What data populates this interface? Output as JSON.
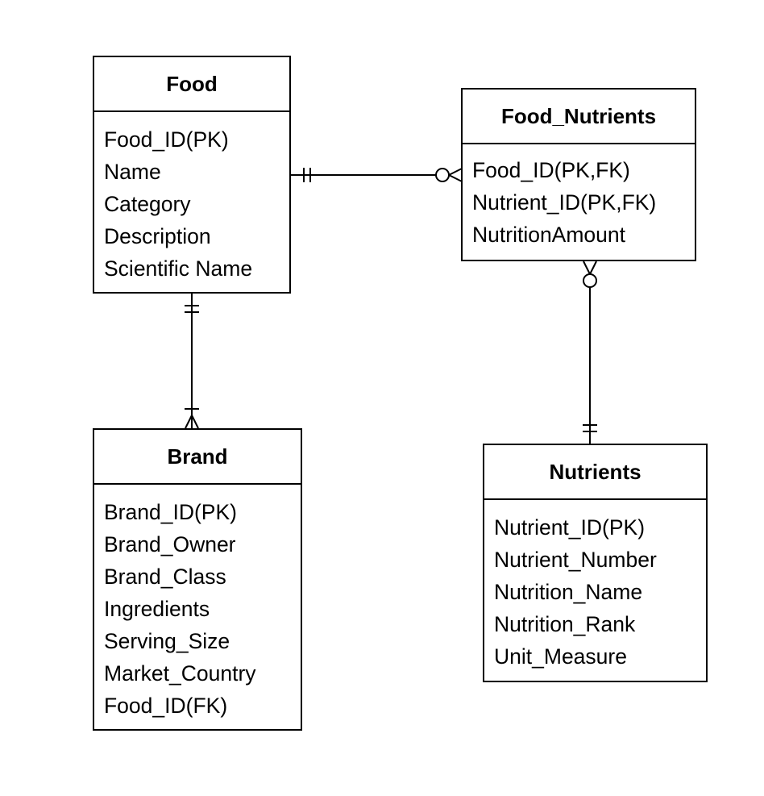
{
  "entities": {
    "food": {
      "name": "Food",
      "attributes": [
        "Food_ID(PK)",
        "Name",
        "Category",
        "Description",
        "Scientific Name"
      ]
    },
    "food_nutrients": {
      "name": "Food_Nutrients",
      "attributes": [
        "Food_ID(PK,FK)",
        "Nutrient_ID(PK,FK)",
        "NutritionAmount"
      ]
    },
    "brand": {
      "name": "Brand",
      "attributes": [
        "Brand_ID(PK)",
        "Brand_Owner",
        "Brand_Class",
        "Ingredients",
        "Serving_Size",
        "Market_Country",
        "Food_ID(FK)"
      ]
    },
    "nutrients": {
      "name": "Nutrients",
      "attributes": [
        "Nutrient_ID(PK)",
        "Nutrient_Number",
        "Nutrition_Name",
        "Nutrition_Rank",
        "Unit_Measure"
      ]
    }
  },
  "relationships": [
    {
      "from": "food",
      "to": "food_nutrients",
      "from_cardinality": "one-and-only-one",
      "to_cardinality": "zero-or-many"
    },
    {
      "from": "food",
      "to": "brand",
      "from_cardinality": "one-and-only-one",
      "to_cardinality": "one-or-many"
    },
    {
      "from": "nutrients",
      "to": "food_nutrients",
      "from_cardinality": "one-and-only-one",
      "to_cardinality": "zero-or-many"
    }
  ],
  "colors": {
    "line": "#000000",
    "background": "#ffffff"
  }
}
